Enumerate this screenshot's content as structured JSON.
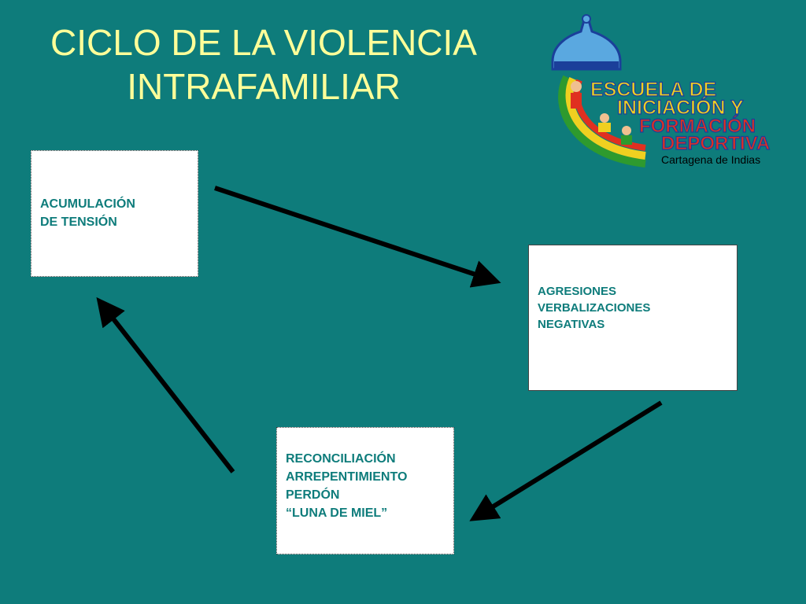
{
  "slide": {
    "title_line1": "CICLO DE LA VIOLENCIA",
    "title_line2": "INTRAFAMILIAR"
  },
  "boxes": [
    {
      "lines": [
        "ACUMULACIÓN",
        "DE TENSIÓN"
      ]
    },
    {
      "lines": [
        "AGRESIONES",
        "VERBALIZACIONES",
        "NEGATIVAS"
      ]
    },
    {
      "lines": [
        "RECONCILIACIÓN",
        "ARREPENTIMIENTO",
        "PERDÓN",
        "“LUNA DE MIEL”"
      ]
    }
  ],
  "logo": {
    "line1": "ESCUELA DE",
    "line2": "INICIACIÓN Y",
    "line3": "FORMACIÓN",
    "line4": "DEPORTIVA",
    "line5": "Cartagena de Indias"
  },
  "colors": {
    "background": "#0e7c7b",
    "title": "#ffff99",
    "box_text": "#0e7c7b",
    "arrow": "#000000"
  }
}
